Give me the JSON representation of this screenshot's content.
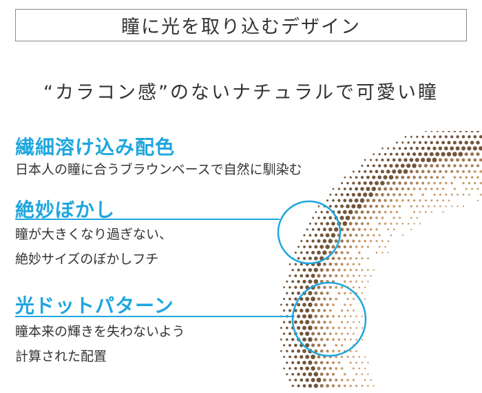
{
  "header": {
    "title": "瞳に光を取り込むデザイン"
  },
  "tagline": "“カラコン感”のないナチュラルで可愛い瞳",
  "features": [
    {
      "title": "繊細溶け込み配色",
      "desc_lines": [
        "日本人の瞳に合うブラウンベースで自然に馴染む"
      ]
    },
    {
      "title": "絶妙ぼかし",
      "desc_lines": [
        "瞳が大きくなり過ぎない、",
        "絶妙サイズのぼかしフチ"
      ]
    },
    {
      "title": "光ドットパターン",
      "desc_lines": [
        "瞳本来の輝きを失わないよう",
        "計算された配置"
      ]
    }
  ],
  "colors": {
    "accent": "#1ea6de",
    "dot_dark": "#6b5138",
    "dot_light": "#d9aa78",
    "text": "#333333"
  },
  "illustration": {
    "name": "lens-dot-pattern",
    "callouts": [
      "edge-blur-callout",
      "light-dot-callout"
    ]
  }
}
